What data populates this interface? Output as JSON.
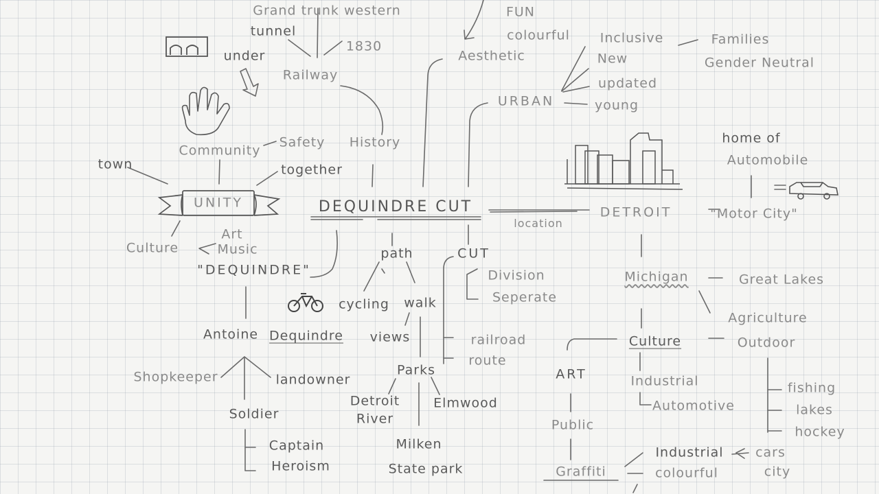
{
  "diagram": {
    "center": "DEQUINDRE CUT",
    "nodes": {
      "grand_trunk": "Grand trunk western",
      "tunnel": "tunnel",
      "under": "under",
      "year_1830": "1830",
      "railway": "Railway",
      "fun": "FUN",
      "colourful_top": "colourful",
      "aesthetic": "Aesthetic",
      "inclusive": "Inclusive",
      "families": "Families",
      "gender_neutral": "Gender Neutral",
      "new": "New",
      "updated": "updated",
      "young": "young",
      "urban": "URBAN",
      "community": "Community",
      "safety": "Safety",
      "history": "History",
      "town": "town",
      "together": "together",
      "unity": "UNITY",
      "culture_left": "Culture",
      "art_left": "Art",
      "music": "Music",
      "dequindre_quote": "\"DEQUINDRE\"",
      "antoine_prefix": "Antoine",
      "antoine_surname": "Dequindre",
      "shopkeeper": "Shopkeeper",
      "landowner": "landowner",
      "soldier": "Soldier",
      "captain": "Captain",
      "heroism": "Heroism",
      "path": "path",
      "cycling": "cycling",
      "walk": "walk",
      "views": "views",
      "parks": "Parks",
      "detroit_river": "Detroit River",
      "elmwood": "Elmwood",
      "milken": "Milken",
      "state_park": "State park",
      "cut": "CUT",
      "division": "Division",
      "seperate": "Seperate",
      "railroad": "railroad",
      "route": "route",
      "location": "location",
      "detroit": "DETROIT",
      "motor_city": "\"Motor City\"",
      "home_of": "home of",
      "automobile": "Automobile",
      "michigan": "Michigan",
      "great_lakes": "Great Lakes",
      "agriculture": "Agriculture",
      "culture_right": "Culture",
      "outdoor": "Outdoor",
      "industrial_right": "Industrial",
      "automotive": "Automotive",
      "fishing": "fishing",
      "lakes": "lakes",
      "hockey": "hockey",
      "art_right": "ART",
      "public": "Public",
      "graffiti": "Graffiti",
      "industrial_bottom": "Industrial",
      "colourful_bottom": "colourful",
      "cars": "cars",
      "city": "city"
    }
  }
}
